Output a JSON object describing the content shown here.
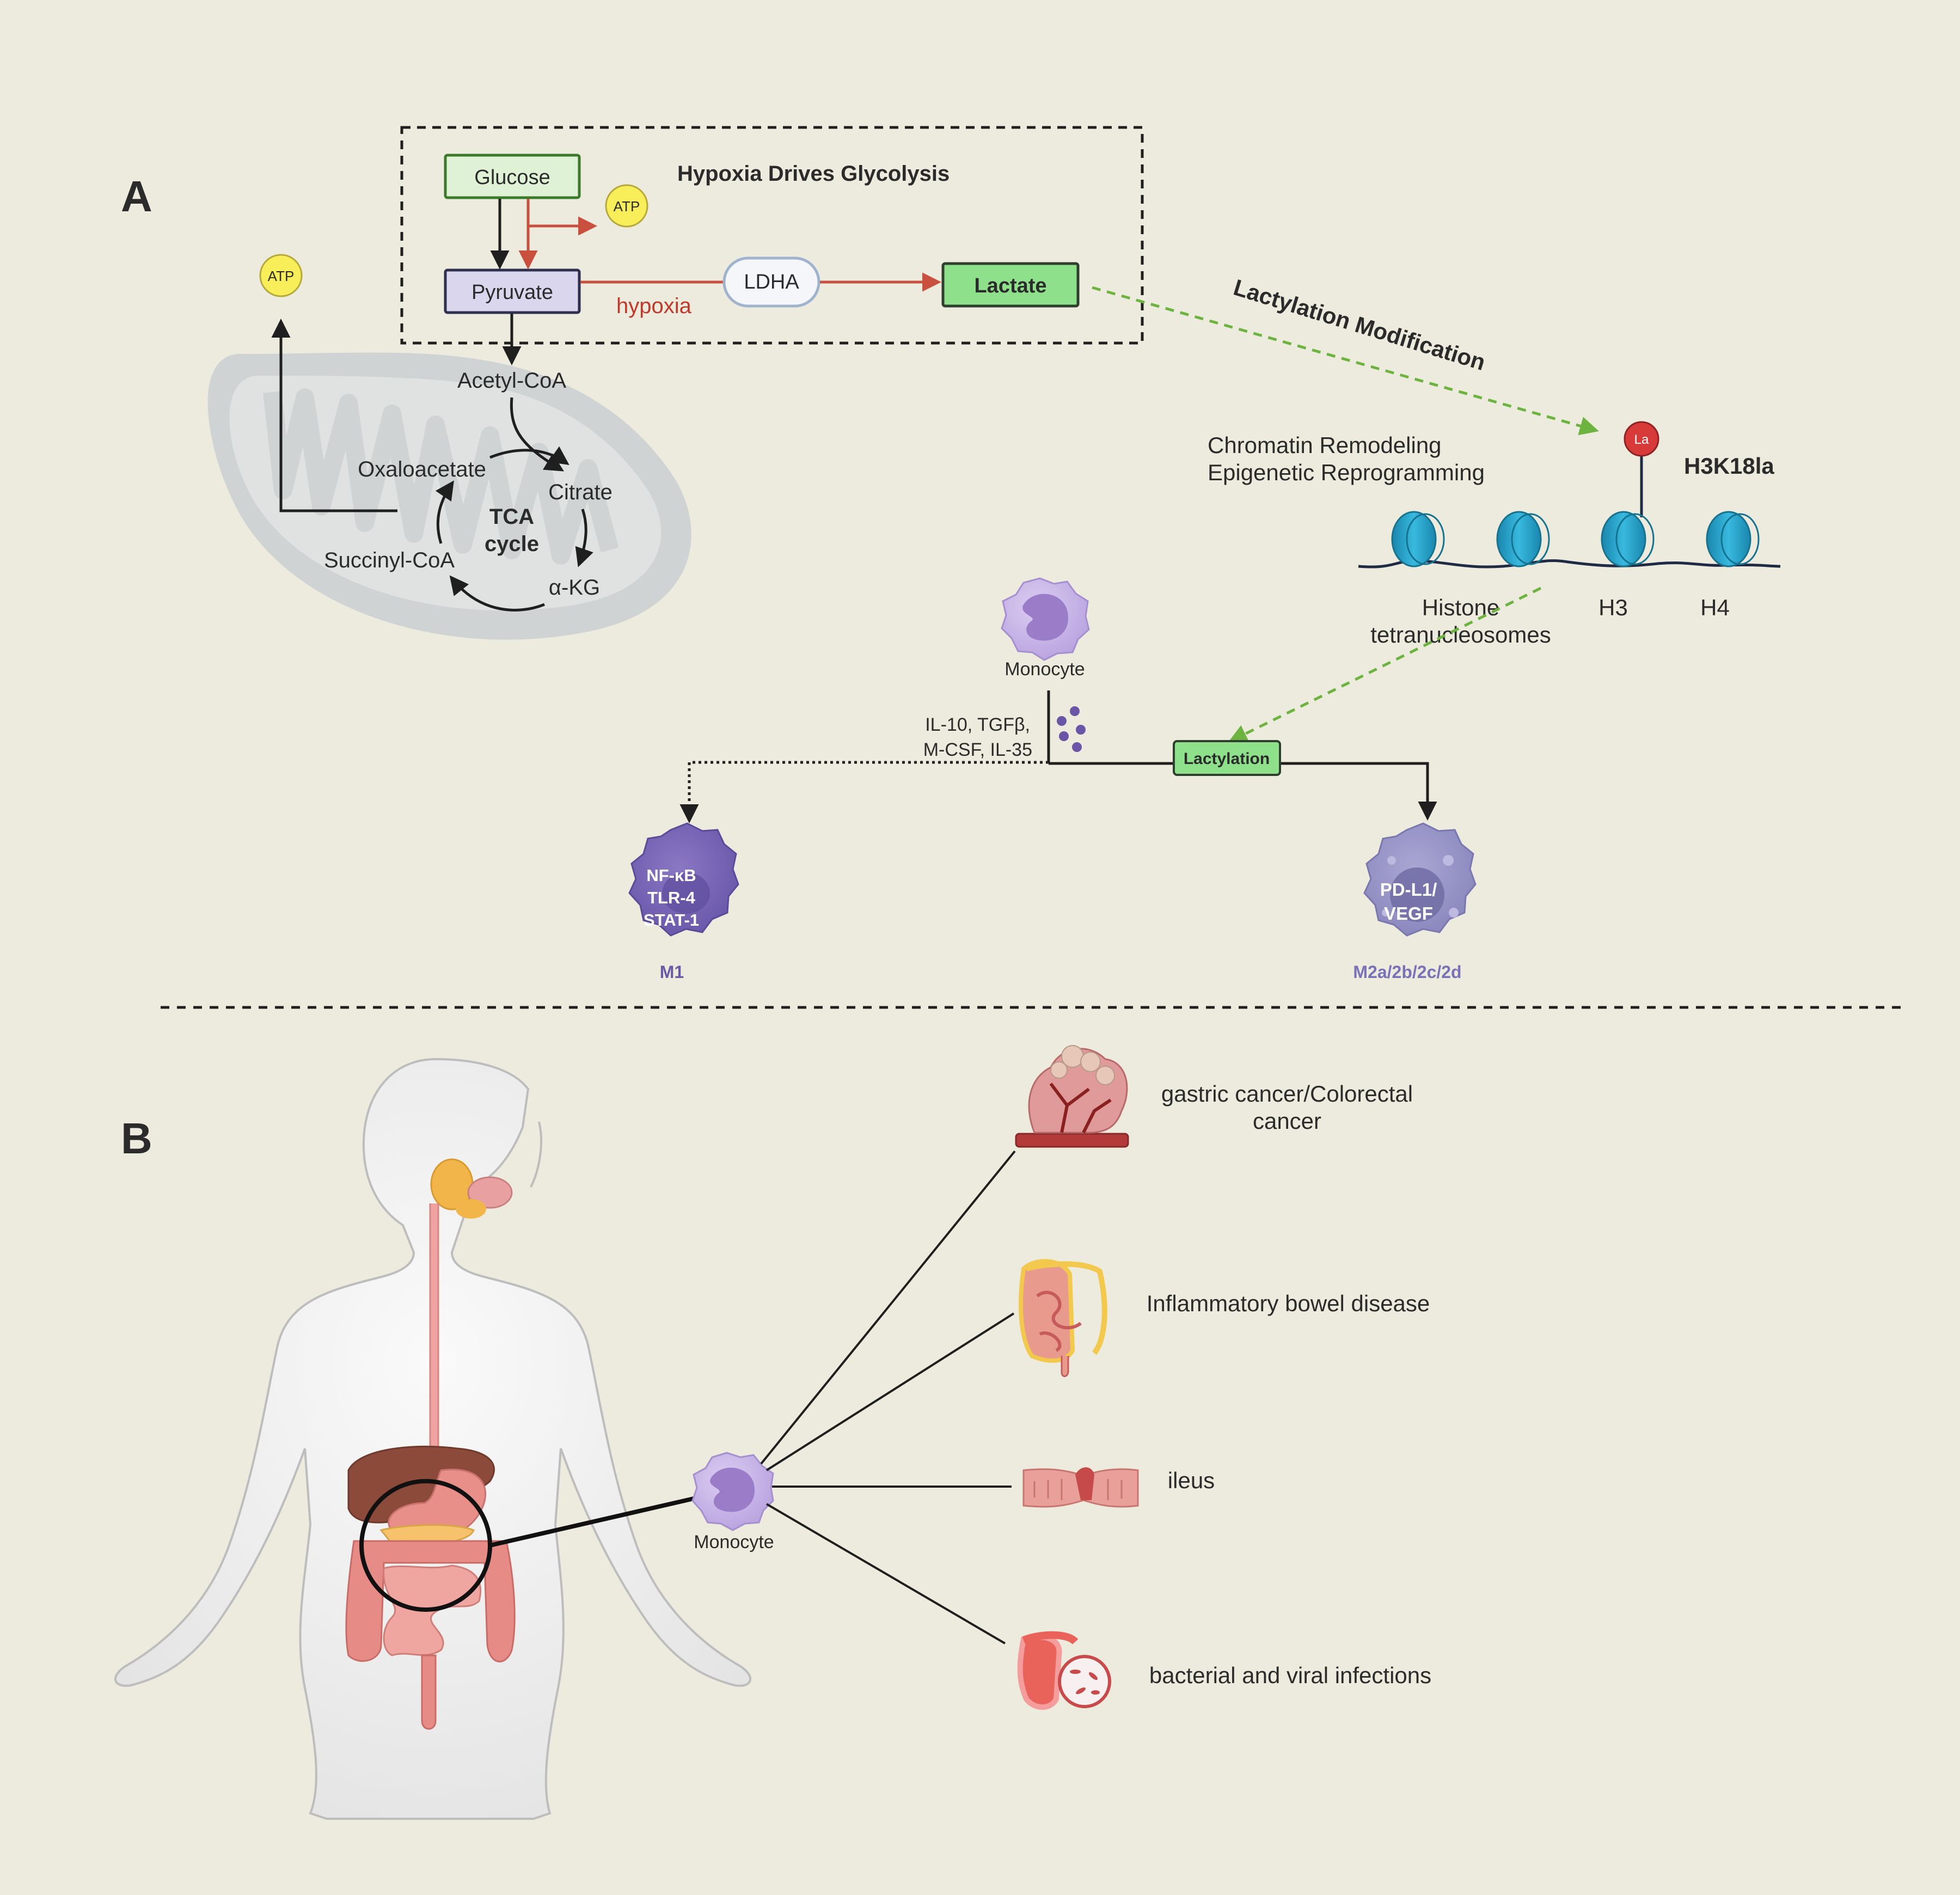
{
  "panel_a": {
    "letter": "A",
    "box_title": "Hypoxia Drives Glycolysis",
    "glucose": "Glucose",
    "pyruvate": "Pyruvate",
    "ldha": "LDHA",
    "lactate": "Lactate",
    "hypoxia": "hypoxia",
    "atp_top": "ATP",
    "atp_left": "ATP",
    "acetyl_coa": "Acetyl-CoA",
    "oxaloacetate": "Oxaloacetate",
    "citrate": "Citrate",
    "tca_line1": "TCA",
    "tca_line2": "cycle",
    "succinyl_coa": "Succinyl-CoA",
    "akg": "α-KG",
    "lactylation_modification": "Lactylation Modification",
    "chromatin_line1": "Chromatin Remodeling",
    "chromatin_line2": "Epigenetic Reprogramming",
    "la_badge": "La",
    "h3k18la": "H3K18la",
    "histone_line1": "Histone",
    "histone_line2": "tetranucleosomes",
    "h3": "H3",
    "h4": "H4",
    "monocyte": "Monocyte",
    "cytokines_line1": "IL-10, TGFβ,",
    "cytokines_line2": "M-CSF, IL-35",
    "lactylation": "Lactylation",
    "m1_line1": "NF-κB",
    "m1_line2": "TLR-4",
    "m1_line3": "STAT-1",
    "m1_label": "M1",
    "m2_line1": "PD-L1/",
    "m2_line2": "VEGF",
    "m2_label": "M2a/2b/2c/2d"
  },
  "panel_b": {
    "letter": "B",
    "monocyte": "Monocyte",
    "disease_1_line1": "gastric cancer/Colorectal",
    "disease_1_line2": "cancer",
    "disease_2": "Inflammatory bowel disease",
    "disease_3": "ileus",
    "disease_4": "bacterial and viral infections"
  },
  "colors": {
    "background": "#ecebdd",
    "arrow_red": "#c9503f",
    "arrow_green": "#6db33f",
    "lactate_fill": "#8ee08a",
    "monocyte": "#c6b3e6",
    "macrophage_m1": "#7d6bb8",
    "macrophage_m2": "#9b97c7",
    "nucleosome": "#2aa7cf"
  }
}
